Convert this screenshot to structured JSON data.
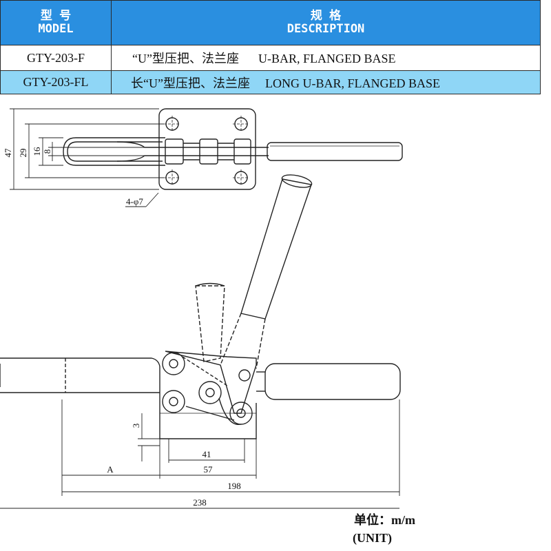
{
  "table": {
    "header": {
      "model_cn": "型 号",
      "model_en": "MODEL",
      "desc_cn": "规 格",
      "desc_en": "DESCRIPTION"
    },
    "rows": [
      {
        "model": "GTY-203-F",
        "desc_cn": "“U”型压把、法兰座",
        "desc_en": "U-BAR, FLANGED BASE"
      },
      {
        "model": "GTY-203-FL",
        "desc_cn": "长“U”型压把、法兰座",
        "desc_en": "LONG U-BAR, FLANGED BASE"
      }
    ]
  },
  "dimensions": {
    "d47": "47",
    "d29": "29",
    "d16": "16",
    "d8": "8",
    "holes": "4-φ7",
    "d3": "3",
    "d41": "41",
    "dA": "A",
    "d57": "57",
    "d198": "198",
    "d238": "238"
  },
  "unit": {
    "label": "单位：m/m",
    "label_en": "(UNIT)"
  },
  "colors": {
    "header_bg": "#2a8fe0",
    "row_highlight": "#8fd6f6",
    "line": "#222222"
  }
}
